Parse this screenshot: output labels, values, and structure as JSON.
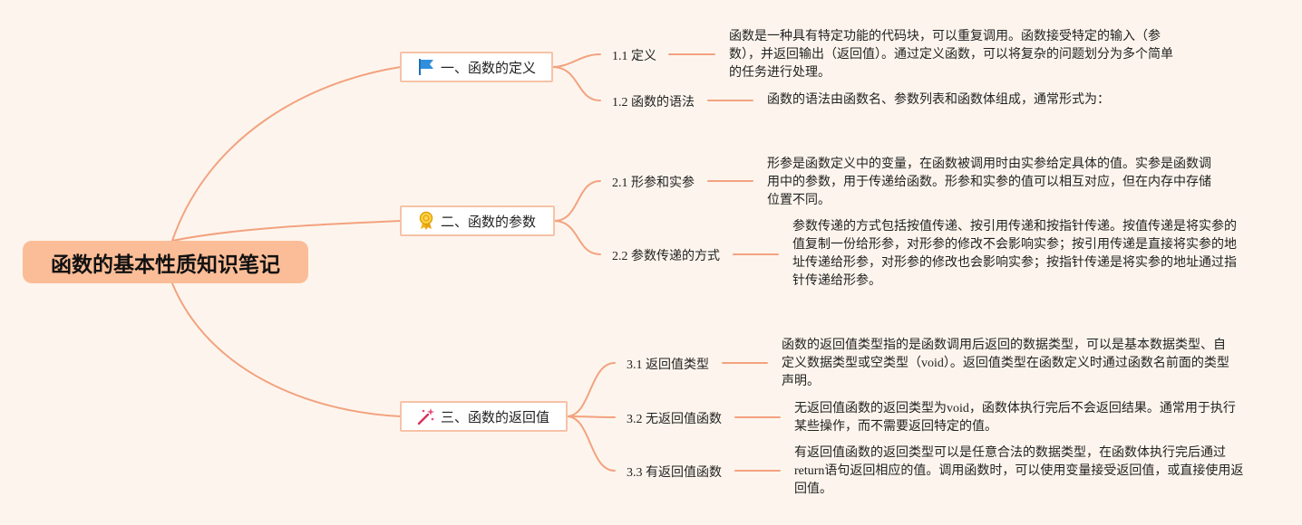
{
  "root": {
    "title": "函数的基本性质知识笔记"
  },
  "branches": [
    {
      "label": "一、函数的定义",
      "icon": "blue-flag-icon",
      "subs": [
        {
          "label": "1.1 定义",
          "text": "函数是一种具有特定功能的代码块，可以重复调用。函数接受特定的输入（参数），并返回输出（返回值）。通过定义函数，可以将复杂的问题划分为多个简单的任务进行处理。"
        },
        {
          "label": "1.2 函数的语法",
          "text": "函数的语法由函数名、参数列表和函数体组成，通常形式为："
        }
      ]
    },
    {
      "label": "二、函数的参数",
      "icon": "award-medal-icon",
      "subs": [
        {
          "label": "2.1 形参和实参",
          "text": "形参是函数定义中的变量，在函数被调用时由实参给定具体的值。实参是函数调用中的参数，用于传递给函数。形参和实参的值可以相互对应，但在内存中存储位置不同。"
        },
        {
          "label": "2.2 参数传递的方式",
          "text": "参数传递的方式包括按值传递、按引用传递和按指针传递。按值传递是将实参的值复制一份给形参，对形参的修改不会影响实参；按引用传递是直接将实参的地址传递给形参，对形参的修改也会影响实参；按指针传递是将实参的地址通过指针传递给形参。"
        }
      ]
    },
    {
      "label": "三、函数的返回值",
      "icon": "magic-wand-icon",
      "subs": [
        {
          "label": "3.1 返回值类型",
          "text": "函数的返回值类型指的是函数调用后返回的数据类型，可以是基本数据类型、自定义数据类型或空类型（void）。返回值类型在函数定义时通过函数名前面的类型声明。"
        },
        {
          "label": "3.2 无返回值函数",
          "text": "无返回值函数的返回类型为void，函数体执行完后不会返回结果。通常用于执行某些操作，而不需要返回特定的值。"
        },
        {
          "label": "3.3 有返回值函数",
          "text": "有返回值函数的返回类型可以是任意合法的数据类型，在函数体执行完后通过return语句返回相应的值。调用函数时，可以使用变量接受返回值，或直接使用返回值。"
        }
      ]
    }
  ],
  "colors": {
    "line": "#f3a27f",
    "root_bg": "#fbbd97",
    "branch_border": "#f6c2a7",
    "background": "#fdf5ed"
  }
}
